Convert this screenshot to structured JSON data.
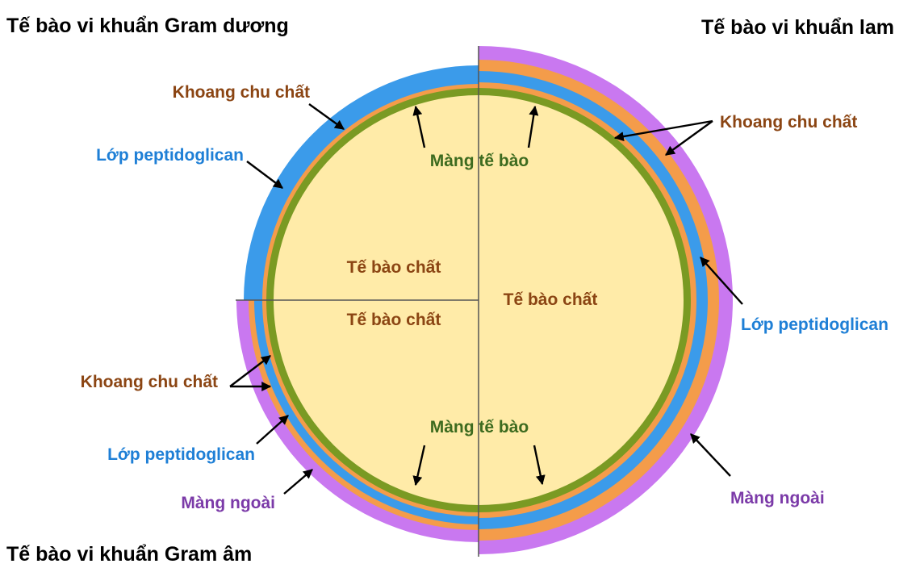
{
  "titles": {
    "gram_positive": "Tế bào vi khuẩn Gram dương",
    "cyanobacteria": "Tế bào vi khuẩn lam",
    "gram_negative": "Tế bào vi khuẩn Gram âm"
  },
  "labels": {
    "periplasm_top_left": "Khoang chu chất",
    "peptidoglycan_top_left": "Lớp peptidoglican",
    "membrane_top": "Màng tế bào",
    "cytoplasm_top_left": "Tế bào chất",
    "cytoplasm_bottom_left": "Tế bào chất",
    "cytoplasm_right": "Tế bào chất",
    "membrane_bottom": "Màng tế bào",
    "periplasm_right": "Khoang chu chất",
    "peptidoglycan_right": "Lớp peptidoglican",
    "outer_membrane_right": "Màng ngoài",
    "periplasm_bottom_left": "Khoang chu chất",
    "peptidoglycan_bottom_left": "Lớp peptidoglican",
    "outer_membrane_bottom_left": "Màng ngoài"
  },
  "colors": {
    "cytoplasm": "#FFEBA8",
    "cell_membrane": "#7A9A23",
    "periplasm": "#F49C4A",
    "peptidoglycan": "#3B9BEA",
    "outer_membrane": "#C978F0",
    "label_brown": "#8B4513",
    "label_blue": "#1E7FD6",
    "label_green": "#3D6B1F",
    "label_purple": "#7B3AA8",
    "title": "#000000",
    "arrow": "#000000",
    "divider": "#555555"
  }
}
